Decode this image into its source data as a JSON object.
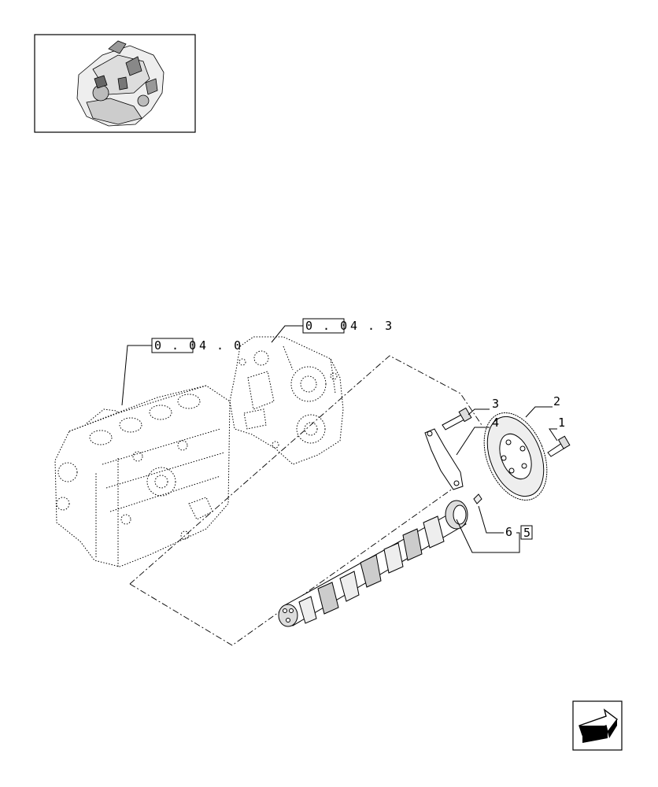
{
  "thumbnail": {
    "icon": "engine-assembly-thumbnail"
  },
  "references": [
    {
      "boxed": "0 . 0",
      "rest": "4 . 0"
    },
    {
      "boxed": "0 . 0",
      "rest": "4 . 3"
    }
  ],
  "callouts": [
    "1",
    "2",
    "3",
    "4",
    "6"
  ],
  "kit_ref": "5",
  "nav": {
    "icon": "next-page-arrow-icon"
  }
}
